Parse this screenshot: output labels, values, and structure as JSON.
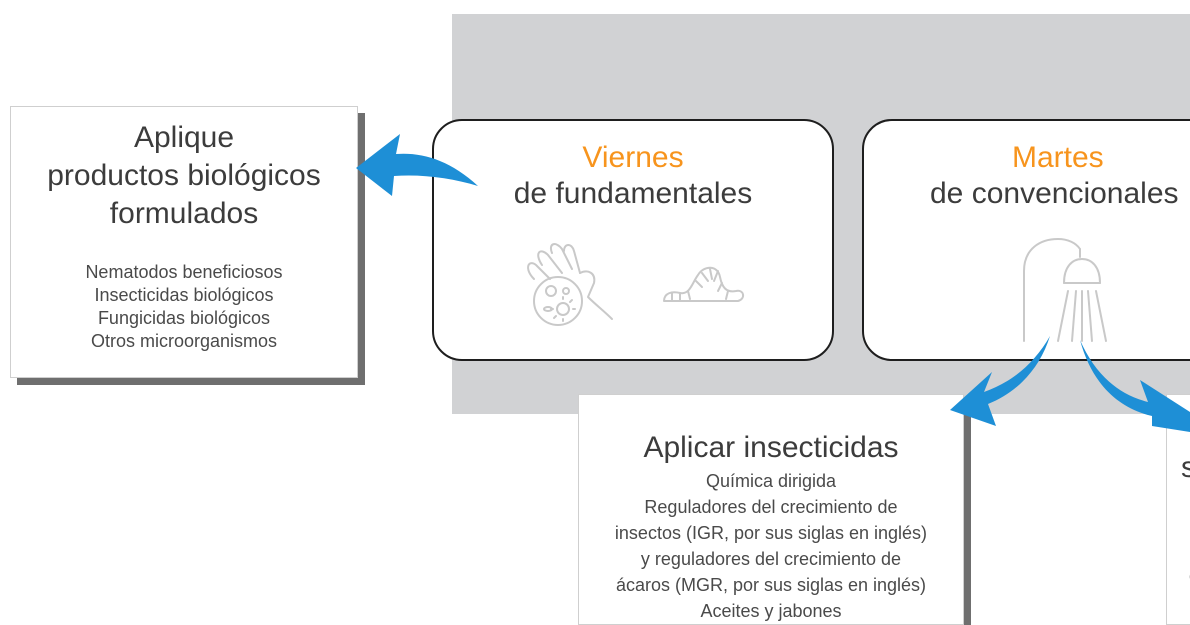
{
  "colors": {
    "accent": "#f7941d",
    "arrow": "#1e8fd6",
    "panel": "#d1d2d4",
    "icon": "#c9c9c9"
  },
  "cards": {
    "viernes": {
      "title": "Viernes",
      "subtitle": "de fundamentales",
      "icons": [
        "hand-microbe-icon",
        "worm-icon"
      ]
    },
    "martes": {
      "title": "Martes",
      "subtitle": "de convencionales",
      "icons": [
        "shower-icon"
      ]
    }
  },
  "boxes": {
    "biologicos": {
      "title_lines": [
        "Aplique",
        "productos biológicos",
        "formulados"
      ],
      "items": [
        "Nematodos beneficiosos",
        "Insecticidas biológicos",
        "Fungicidas biológicos",
        "Otros microorganismos"
      ]
    },
    "insecticidas": {
      "title": "Aplicar insecticidas",
      "items": [
        "Química dirigida",
        "Reguladores del crecimiento de",
        "insectos (IGR, por sus siglas en inglés)",
        "y reguladores del crecimiento de",
        "ácaros (MGR, por sus siglas en inglés)",
        "Aceites y jabones"
      ]
    },
    "right_partial": {
      "fragment_1": "s",
      "fragment_2": "c"
    }
  }
}
